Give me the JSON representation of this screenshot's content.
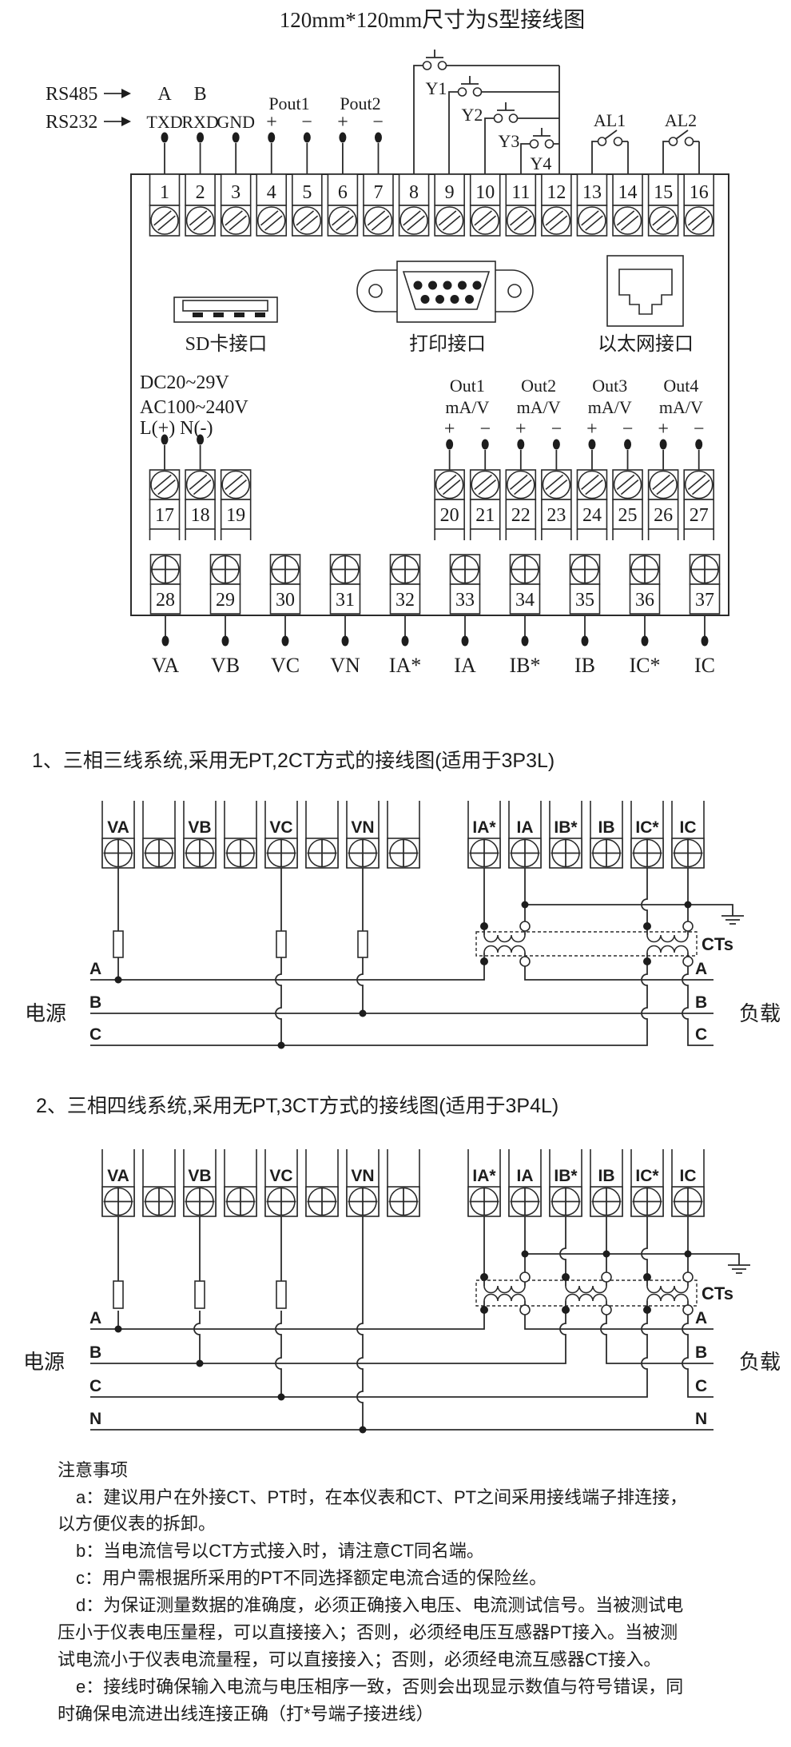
{
  "title": "120mm*120mm尺寸为S型接线图",
  "top": {
    "rs485_label": "RS485",
    "rs485_pins": [
      "A",
      "B"
    ],
    "rs232_label": "RS232",
    "rs232_pins": [
      "TXD",
      "RXD",
      "GND"
    ],
    "pout_labels": [
      "Pout1",
      "Pout2"
    ],
    "pout_polarity": [
      "+",
      "−",
      "+",
      "−"
    ],
    "switch_labels": [
      "Y1",
      "Y2",
      "Y3",
      "Y4"
    ],
    "alarm_labels": [
      "AL1",
      "AL2"
    ],
    "terminals_row1": [
      "1",
      "2",
      "3",
      "4",
      "5",
      "6",
      "7",
      "8",
      "9",
      "10",
      "11",
      "12",
      "13",
      "14",
      "15",
      "16"
    ],
    "ports": {
      "sd": "SD卡接口",
      "printer": "打印接口",
      "ethernet": "以太网接口"
    },
    "power_supply": [
      "DC20~29V",
      "AC100~240V",
      "L(+) N(-)"
    ],
    "outputs": {
      "names": [
        "Out1",
        "Out2",
        "Out3",
        "Out4"
      ],
      "unit": "mA/V",
      "plus": "+",
      "minus": "−"
    },
    "terminals_row2": [
      "17",
      "18",
      "19",
      "20",
      "21",
      "22",
      "23",
      "24",
      "25",
      "26",
      "27"
    ],
    "terminals_row3": [
      "28",
      "29",
      "30",
      "31",
      "32",
      "33",
      "34",
      "35",
      "36",
      "37"
    ],
    "bottom_labels": [
      "VA",
      "VB",
      "VC",
      "VN",
      "IA*",
      "IA",
      "IB*",
      "IB",
      "IC*",
      "IC"
    ]
  },
  "section1": {
    "heading": "1、三相三线系统,采用无PT,2CT方式的接线图(适用于3P3L)",
    "voltage_terminals": [
      "VA",
      "",
      "VB",
      "",
      "VC",
      "",
      "VN",
      ""
    ],
    "current_terminals": [
      "IA*",
      "IA",
      "IB*",
      "IB",
      "IC*",
      "IC"
    ],
    "left_lines": [
      "A",
      "B",
      "C"
    ],
    "right_lines": [
      "A",
      "B",
      "C"
    ],
    "source_label": "电源",
    "load_label": "负载",
    "ct_label": "CTs"
  },
  "section2": {
    "heading": "2、三相四线系统,采用无PT,3CT方式的接线图(适用于3P4L)",
    "voltage_terminals": [
      "VA",
      "",
      "VB",
      "",
      "VC",
      "",
      "VN",
      ""
    ],
    "current_terminals": [
      "IA*",
      "IA",
      "IB*",
      "IB",
      "IC*",
      "IC"
    ],
    "left_lines": [
      "A",
      "B",
      "C",
      "N"
    ],
    "right_lines": [
      "A",
      "B",
      "C",
      "N"
    ],
    "source_label": "电源",
    "load_label": "负载",
    "ct_label": "CTs"
  },
  "notes": {
    "title": "注意事项",
    "lines": [
      "a：建议用户在外接CT、PT时，在本仪表和CT、PT之间采用接线端子排连接，",
      "以方便仪表的拆卸。",
      "b：当电流信号以CT方式接入时，请注意CT同名端。",
      "c：用户需根据所采用的PT不同选择额定电流合适的保险丝。",
      "d：为保证测量数据的准确度，必须正确接入电压、电流测试信号。当被测试电",
      "压小于仪表电压量程，可以直接接入；否则，必须经电压互感器PT接入。当被测",
      "试电流小于仪表电流量程，可以直接接入；否则，必须经电流互感器CT接入。",
      "e：接线时确保输入电流与电压相序一致，否则会出现显示数值与符号错误，同",
      "时确保电流进出线连接正确（打*号端子接进线）"
    ]
  }
}
